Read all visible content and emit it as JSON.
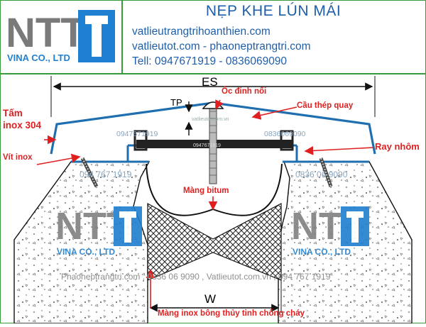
{
  "header": {
    "title": "NẸP KHE LÚN MÁI",
    "sites": [
      "vatlieutrangtrihoanthien.com",
      "vatlieutot.com - phaoneptrangtri.com"
    ],
    "phone": "Tell: 0947671919 - 0836069090",
    "logo_letters": "NTT",
    "logo_text": "VINA CO., LTD"
  },
  "labels": {
    "es": "ES",
    "tp": "TP",
    "w": "W",
    "oc_dinh_noi": "Ốc đinh nối",
    "cau_thep_quay": "Cầu thép quay",
    "tam_inox_304": "Tấm\ninox 304",
    "vit_inox": "Vít inox",
    "ray_nhom": "Ray nhôm",
    "mang_bitum": "Màng bitum",
    "mang_inox": "Màng inox bông thủy tinh chống cháy"
  },
  "watermarks": {
    "phone_left": "0947671919",
    "phone_right": "0836069090",
    "phone_top_left": "094 767 1919",
    "phone_top_right": "0836 06 9090",
    "phone_small": "0947671919",
    "site_small": "vatlieutot.com.vn",
    "bottom_line": "Phaoneptrangtri.com , 0836 06 9090 , Vatlieutot.com.vn , 094 767 1919",
    "logo_letters": "NTT",
    "logo_text": "VINA CO., LTD"
  },
  "colors": {
    "brand_blue": "#1f7fd0",
    "logo_gray": "#7a7a7a",
    "accent_red": "#e02020",
    "frame_green": "#3a9a3a",
    "steel": "#2a2a2a"
  }
}
